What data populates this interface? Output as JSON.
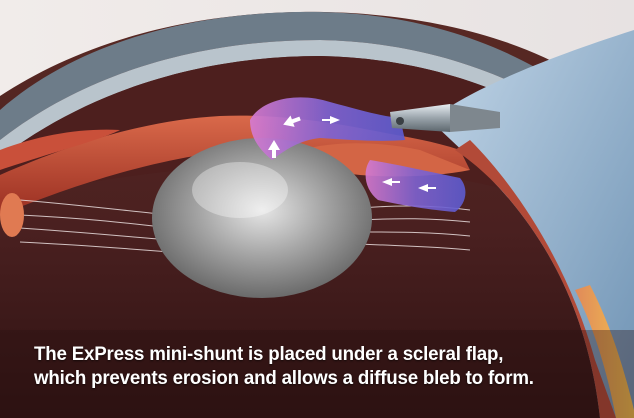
{
  "illustration": {
    "subject": "eye-cross-section-with-express-shunt",
    "colors": {
      "background": "#3b1a1a",
      "cornea_rim": "#6e7f8f",
      "sclera_blue": "#8fb3cf",
      "iris_tissue": "#b8432f",
      "lens": "#9a9a9a",
      "bleb_purple": "#7a5fc9",
      "shunt_metal": "#b9c2c8"
    },
    "arrow_icon": "white-arrow-icon"
  },
  "caption": {
    "line1": "The ExPress mini-shunt is placed under a scleral flap,",
    "line2": "which prevents erosion and allows a diffuse bleb to form."
  }
}
